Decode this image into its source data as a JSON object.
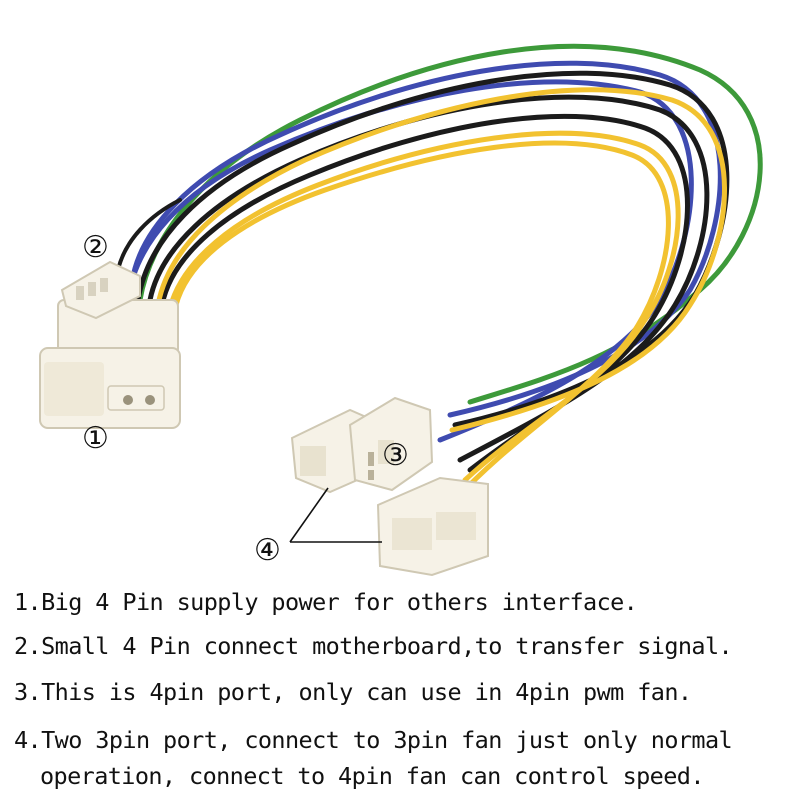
{
  "colors": {
    "wire_yellow": "#f2c230",
    "wire_black": "#1b1b1b",
    "wire_blue": "#3f4bb0",
    "wire_green": "#3d9a3a",
    "connector_white": "#f6f2e7",
    "connector_shadow": "#d8d2c0",
    "text": "#111111"
  },
  "callouts": {
    "one": "①",
    "two": "②",
    "three": "③",
    "four": "④"
  },
  "descriptions": [
    {
      "num": "1.",
      "text": "Big 4 Pin supply power for others interface."
    },
    {
      "num": "2.",
      "text": "Small 4 Pin connect motherboard,to transfer signal."
    },
    {
      "num": "3.",
      "text": "This is 4pin port, only can use in 4pin pwm fan."
    },
    {
      "num": "4.",
      "text": "Two 3pin port, connect to 3pin fan just only normal",
      "continuation": "operation, connect to 4pin fan can control speed."
    }
  ]
}
